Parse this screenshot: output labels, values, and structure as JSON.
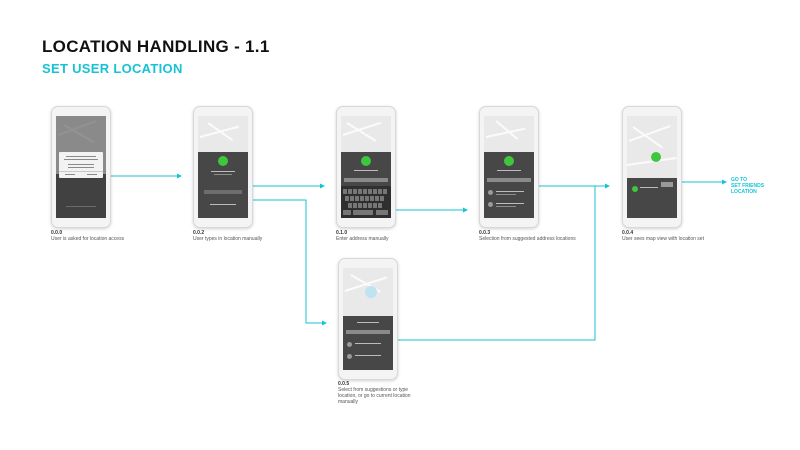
{
  "header": {
    "title": "LOCATION HANDLING - 1.1",
    "subtitle": "SET USER LOCATION"
  },
  "goto_label": "GO TO\nSET FRIENDS\nLOCATION",
  "screens": [
    {
      "id": "0.0.0",
      "description": "User is asked for location access"
    },
    {
      "id": "0.0.2",
      "description": "User types in location manually"
    },
    {
      "id": "0.1.0",
      "description": "Enter address manually"
    },
    {
      "id": "0.0.3",
      "description": "Selection from suggested address locations"
    },
    {
      "id": "0.0.4",
      "description": "User sees map view with location set"
    },
    {
      "id": "0.0.5",
      "description": "Select from suggestions or type location, or go to current location manually"
    }
  ],
  "colors": {
    "accent": "#16c3d6",
    "pin": "#3fc63f",
    "sheet": "#474747"
  }
}
